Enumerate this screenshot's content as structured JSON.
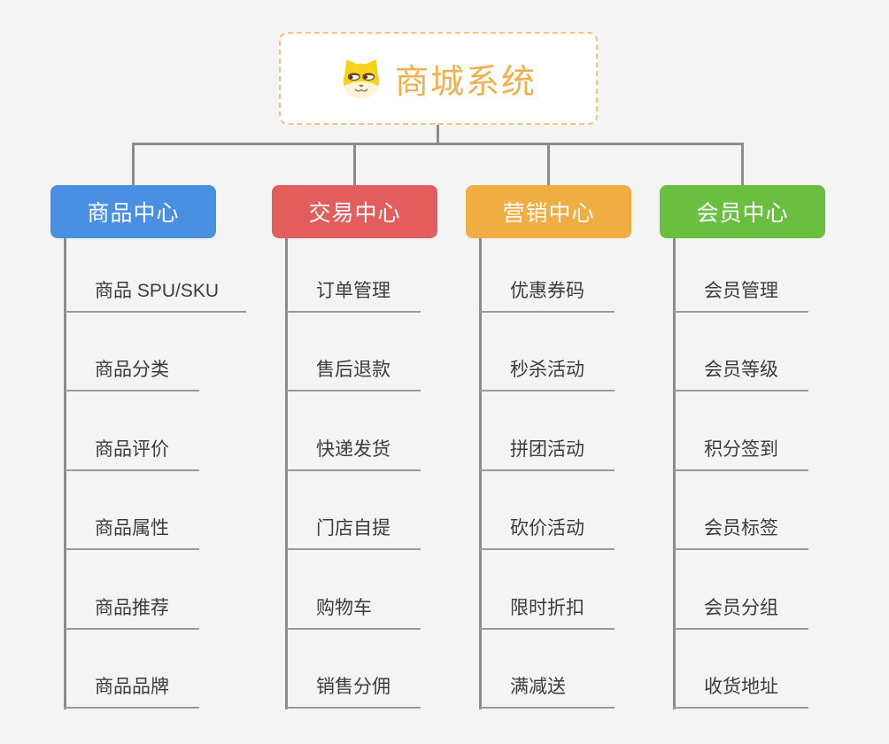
{
  "root": {
    "label": "商城系统",
    "icon": "doge-face-icon",
    "text_color": "#efb04e",
    "border_color": "#f3c57c",
    "background": "#ffffff"
  },
  "connector_color": "#8c8c8c",
  "underline_color": "#9b9b9b",
  "canvas_background": "#f4f4f4",
  "branches": [
    {
      "label": "商品中心",
      "color": "#4a90e2",
      "children": [
        "商品 SPU/SKU",
        "商品分类",
        "商品评价",
        "商品属性",
        "商品推荐",
        "商品品牌"
      ]
    },
    {
      "label": "交易中心",
      "color": "#e45d5d",
      "children": [
        "订单管理",
        "售后退款",
        "快递发货",
        "门店自提",
        "购物车",
        "销售分佣"
      ]
    },
    {
      "label": "营销中心",
      "color": "#efad42",
      "children": [
        "优惠券码",
        "秒杀活动",
        "拼团活动",
        "砍价活动",
        "限时折扣",
        "满减送"
      ]
    },
    {
      "label": "会员中心",
      "color": "#6abe40",
      "children": [
        "会员管理",
        "会员等级",
        "积分签到",
        "会员标签",
        "会员分组",
        "收货地址"
      ]
    }
  ]
}
